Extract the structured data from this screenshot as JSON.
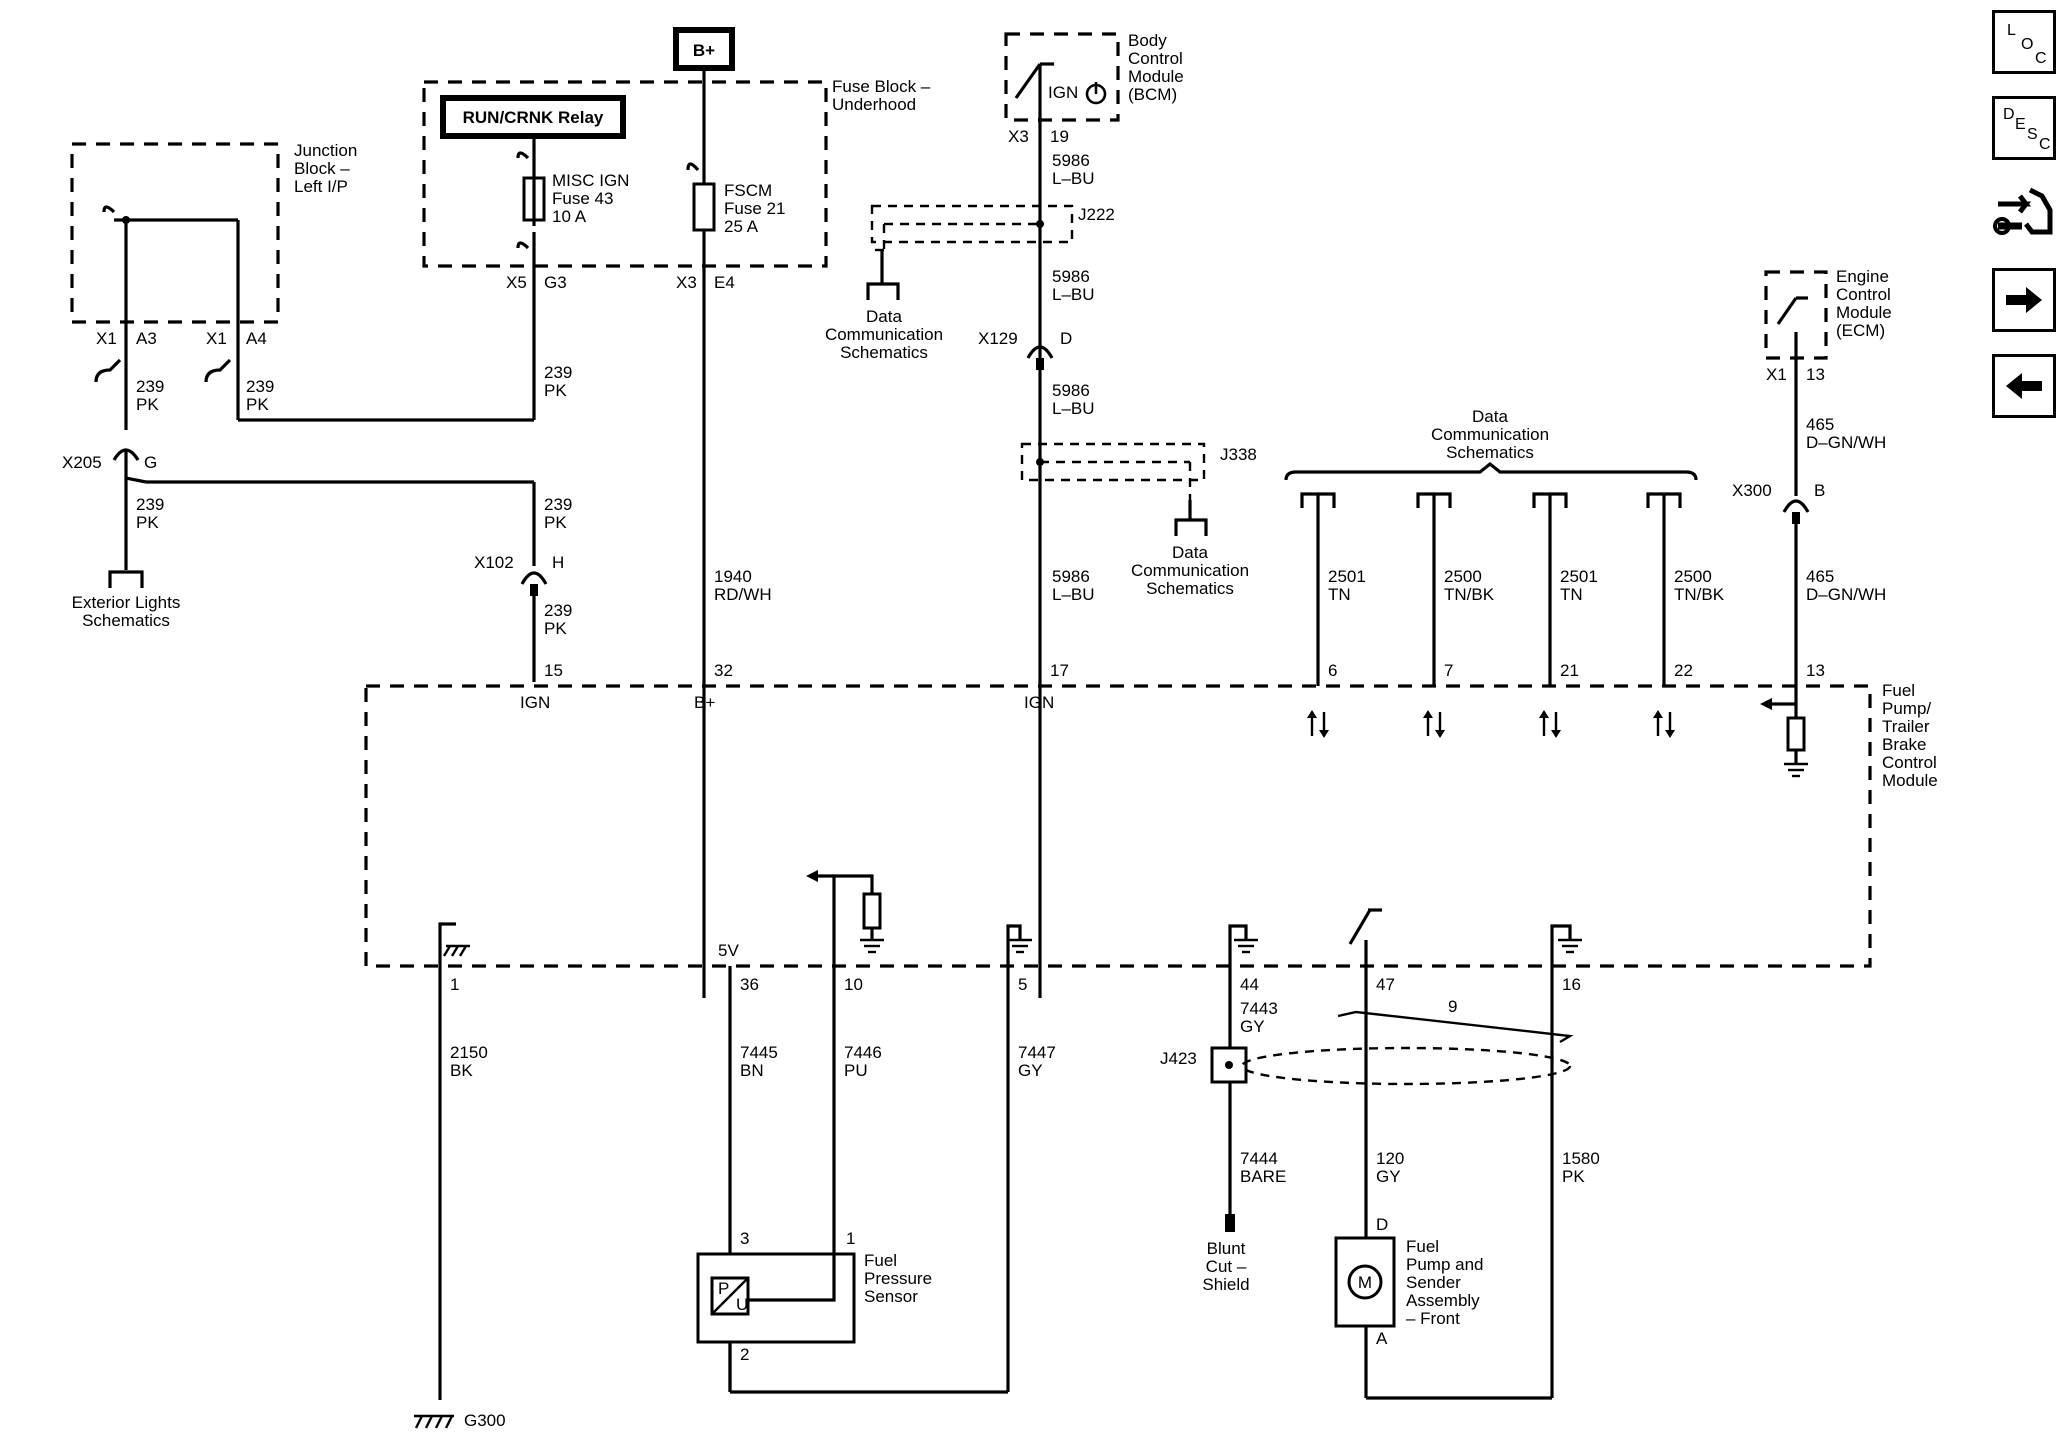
{
  "nav": {
    "loc": {
      "l": "L",
      "o": "O",
      "c": "C"
    },
    "desc": {
      "d": "D",
      "e": "E",
      "s": "S",
      "c": "C"
    },
    "icons": [
      "loc-button",
      "desc-button",
      "connector-tools-icon",
      "forward-arrow-icon",
      "back-arrow-icon"
    ]
  },
  "modules": {
    "junction_block": [
      "Junction",
      "Block –",
      "Left I/P"
    ],
    "fuse_block": [
      "Fuse Block –",
      "Underhood"
    ],
    "bcm": [
      "Body",
      "Control",
      "Module",
      "(BCM)"
    ],
    "ecm": [
      "Engine",
      "Control",
      "Module",
      "(ECM)"
    ],
    "fuel_module": [
      "Fuel",
      "Pump/",
      "Trailer",
      "Brake",
      "Control",
      "Module"
    ],
    "bplus_box": "B+",
    "relay": "RUN/CRNK Relay",
    "misc_fuse": [
      "MISC IGN",
      "Fuse 43",
      "10 A"
    ],
    "fscm_fuse": [
      "FSCM",
      "Fuse 21",
      "25 A"
    ],
    "bcm_ign": "IGN"
  },
  "schematics": {
    "dc1": [
      "Data",
      "Communication",
      "Schematics"
    ],
    "dc2": [
      "Data",
      "Communication",
      "Schematics"
    ],
    "dc3": [
      "Data",
      "Communication",
      "Schematics"
    ],
    "ext": [
      "Exterior Lights",
      "Schematics"
    ]
  },
  "connectors": {
    "x1_a3": [
      "X1",
      "A3"
    ],
    "x1_a4": [
      "X1",
      "A4"
    ],
    "x5_g3": [
      "X5",
      "G3"
    ],
    "x3_e4": [
      "X3",
      "E4"
    ],
    "x3_19": [
      "X3",
      "19"
    ],
    "x1_13": [
      "X1",
      "13"
    ],
    "x205": [
      "X205",
      "G"
    ],
    "x102": [
      "X102",
      "H"
    ],
    "x129": [
      "X129",
      "D"
    ],
    "x300": [
      "X300",
      "B"
    ],
    "j222": "J222",
    "j338": "J338",
    "j423": "J423"
  },
  "wires": {
    "w239a": [
      "239",
      "PK"
    ],
    "w239b": [
      "239",
      "PK"
    ],
    "w239c": [
      "239",
      "PK"
    ],
    "w239d": [
      "239",
      "PK"
    ],
    "w239e": [
      "239",
      "PK"
    ],
    "w239f": [
      "239",
      "PK"
    ],
    "w5986a": [
      "5986",
      "L–BU"
    ],
    "w5986b": [
      "5986",
      "L–BU"
    ],
    "w5986c": [
      "5986",
      "L–BU"
    ],
    "w5986d": [
      "5986",
      "L–BU"
    ],
    "w1940": [
      "1940",
      "RD/WH"
    ],
    "w2501a": [
      "2501",
      "TN"
    ],
    "w2500a": [
      "2500",
      "TN/BK"
    ],
    "w2501b": [
      "2501",
      "TN"
    ],
    "w2500b": [
      "2500",
      "TN/BK"
    ],
    "w465a": [
      "465",
      "D–GN/WH"
    ],
    "w465b": [
      "465",
      "D–GN/WH"
    ],
    "w2150": [
      "2150",
      "BK"
    ],
    "w7445": [
      "7445",
      "BN"
    ],
    "w7446": [
      "7446",
      "PU"
    ],
    "w7447": [
      "7447",
      "GY"
    ],
    "w7443": [
      "7443",
      "GY"
    ],
    "w7444": [
      "7444",
      "BARE"
    ],
    "w120": [
      "120",
      "GY"
    ],
    "w1580": [
      "1580",
      "PK"
    ]
  },
  "pins": {
    "p15": "15",
    "p32": "32",
    "p17": "17",
    "p6": "6",
    "p7": "7",
    "p21": "21",
    "p22": "22",
    "p13": "13",
    "ign1": "IGN",
    "bplus": "B+",
    "ign2": "IGN",
    "p1": "1",
    "p36": "36",
    "p10": "10",
    "p5": "5",
    "p44": "44",
    "p47": "47",
    "p16": "16",
    "v5": "5V",
    "twist": "9"
  },
  "components": {
    "fps": [
      "Fuel",
      "Pressure",
      "Sensor"
    ],
    "fps_pins": {
      "p3": "3",
      "p1": "1",
      "p2": "2"
    },
    "pump": [
      "Fuel",
      "Pump and",
      "Sender",
      "Assembly",
      "– Front"
    ],
    "pump_pins": {
      "d": "D",
      "a": "A"
    },
    "motor": "M",
    "blunt": [
      "Blunt",
      "Cut –",
      "Shield"
    ],
    "ground": "G300"
  }
}
